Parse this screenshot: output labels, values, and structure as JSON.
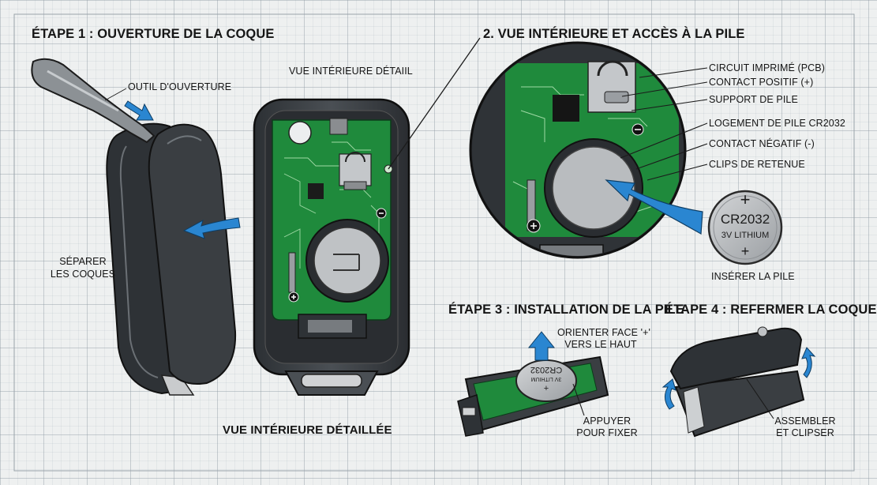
{
  "titles": {
    "step1": "ÉTAPE 1 : OUVERTURE DE LA COQUE",
    "step2": "2. VUE INTÉRIEURE ET ACCÈS À LA PILE",
    "step3": "ÉTAPE 3 : INSTALLATION DE LA PILE",
    "step4": "ÉTAPE 4 : REFERMER LA COQUE"
  },
  "step1": {
    "tool_label": "OUTIL D'OUVERTURE",
    "separate_label_line1": "SÉPARER",
    "separate_label_line2": "LES COQUES"
  },
  "center_view": {
    "top_label": "VUE INTÉRIEURE DÉTAIIL",
    "bottom_label": "VUE INTÉRIEURE DÉTAILLÉE"
  },
  "callouts": [
    "CIRCUIT IMPRIMÉ (PCB)",
    "CONTACT POSITIF (+)",
    "SUPPORT DE PILE",
    "LOGEMENT DE PILE CR2032",
    "CONTACT NÉGATIF (-)",
    "CLIPS DE RETENUE"
  ],
  "battery": {
    "plus_top": "+",
    "model": "CR2032",
    "spec": "3V LITHIUM",
    "plus_bottom": "+",
    "caption": "INSÉRER LA PILE"
  },
  "step3": {
    "orient_line1": "ORIENTER FACE '+'",
    "orient_line2": "VERS LE HAUT",
    "press_line1": "APPUYER",
    "press_line2": "POUR FIXER",
    "coin_model": "CR2032",
    "coin_spec": "3V LITHIUM",
    "coin_plus": "+"
  },
  "step4": {
    "assemble_line1": "ASSEMBLER",
    "assemble_line2": "ET CLIPSER"
  },
  "colors": {
    "pcb": "#1f8a3c",
    "case": "#3a3e42",
    "arrow": "#2a86d1",
    "battery": "#b9bcbf"
  }
}
